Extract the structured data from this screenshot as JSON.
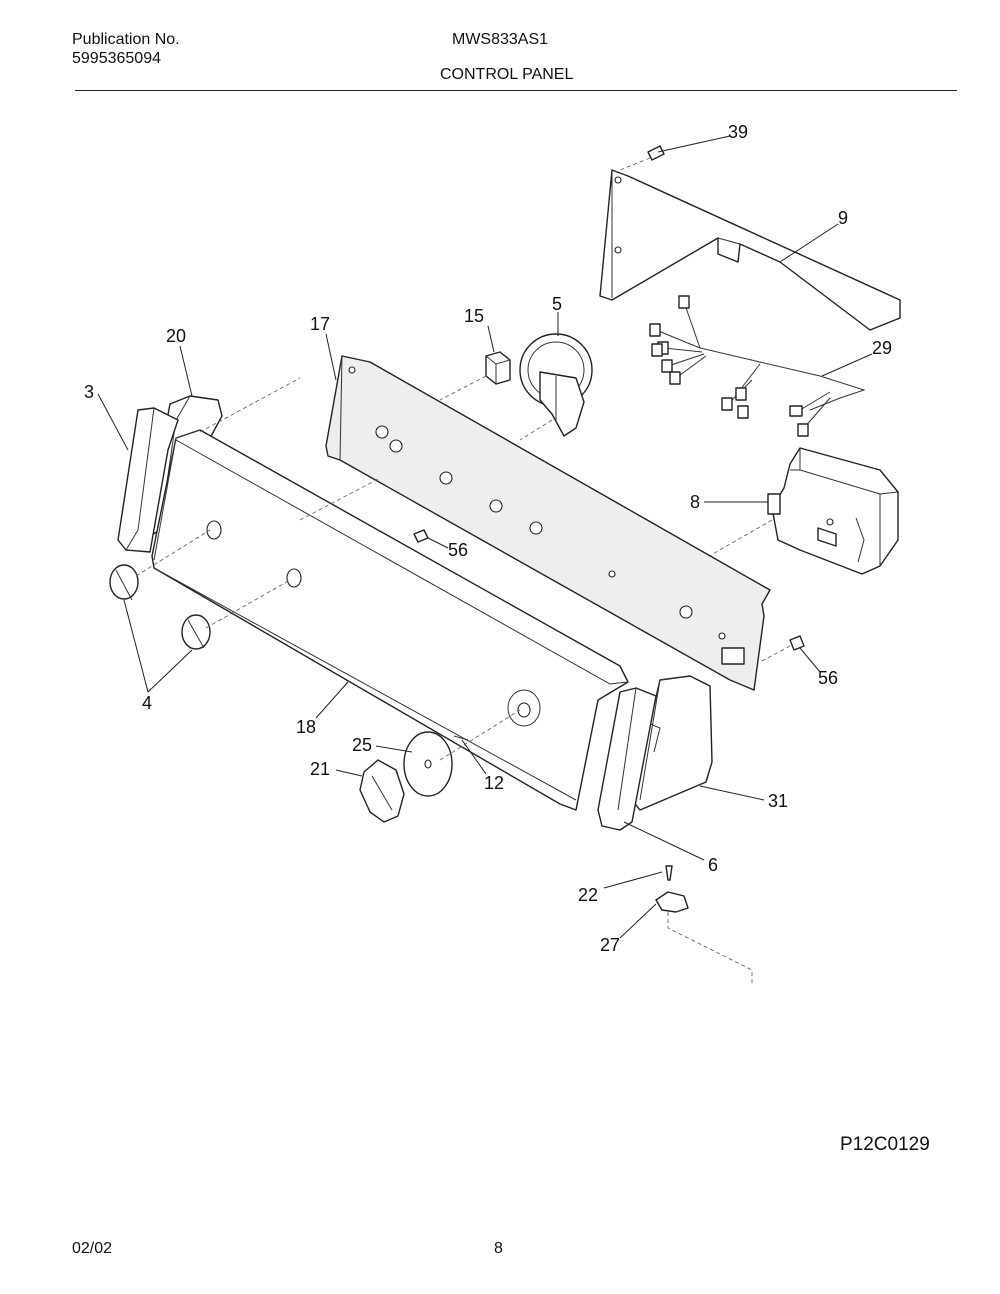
{
  "header": {
    "publication_label": "Publication No.",
    "publication_number": "5995365094",
    "model": "MWS833AS1",
    "section_title": "CONTROL PANEL"
  },
  "callouts": {
    "c39": "39",
    "c9": "9",
    "c5": "5",
    "c15": "15",
    "c17": "17",
    "c20": "20",
    "c29": "29",
    "c3": "3",
    "c8": "8",
    "c56a": "56",
    "c56b": "56",
    "c4": "4",
    "c18": "18",
    "c25": "25",
    "c21": "21",
    "c12": "12",
    "c31": "31",
    "c6": "6",
    "c22": "22",
    "c27": "27"
  },
  "figure_code": "P12C0129",
  "footer": {
    "date": "02/02",
    "page_number": "8"
  }
}
